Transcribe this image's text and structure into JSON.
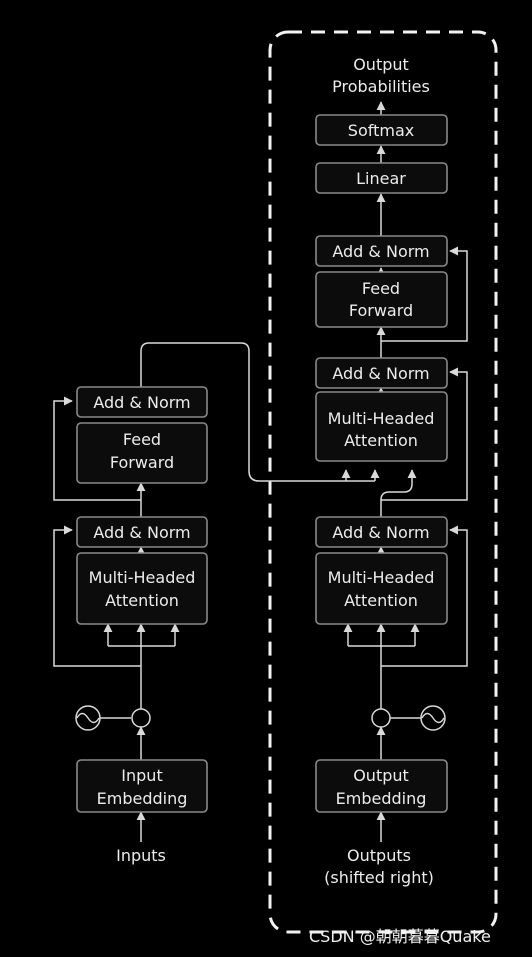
{
  "encoder": {
    "add_norm_top": "Add & Norm",
    "feed_forward": [
      "Feed",
      "Forward"
    ],
    "add_norm_bottom": "Add & Norm",
    "attention": [
      "Multi-Headed",
      "Attention"
    ],
    "embedding": [
      "Input",
      "Embedding"
    ],
    "input_label": "Inputs"
  },
  "decoder": {
    "output_probs": [
      "Output",
      "Probabilities"
    ],
    "softmax": "Softmax",
    "linear": "Linear",
    "add_norm_ff": "Add & Norm",
    "feed_forward": [
      "Feed",
      "Forward"
    ],
    "add_norm_cross": "Add & Norm",
    "cross_attention": [
      "Multi-Headed",
      "Attention"
    ],
    "add_norm_self": "Add & Norm",
    "self_attention": [
      "Multi-Headed",
      "Attention"
    ],
    "embedding": [
      "Output",
      "Embedding"
    ],
    "output_label": [
      "Outputs",
      "(shifted right)"
    ]
  },
  "watermark": "CSDN @朝朝暮暮Quake"
}
